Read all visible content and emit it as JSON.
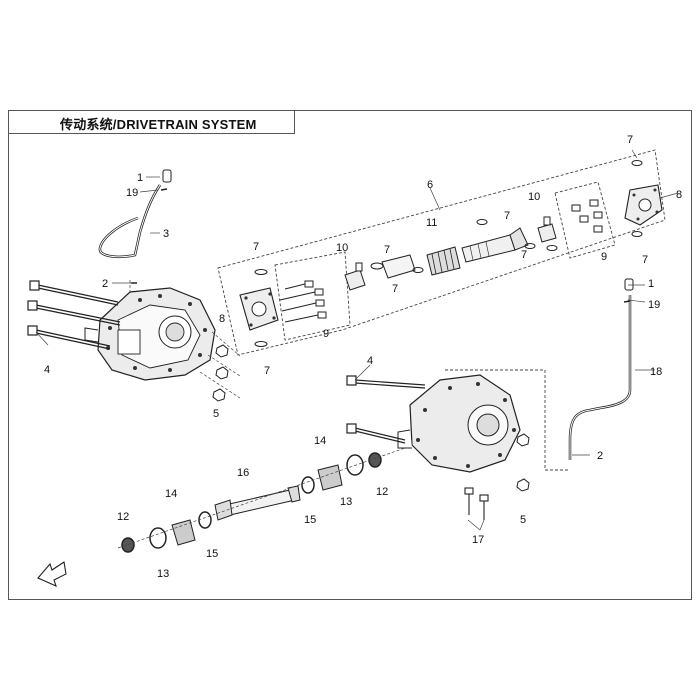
{
  "title": "传动系统/DRIVETRAIN SYSTEM",
  "callouts": {
    "c1a": "1",
    "c19a": "19",
    "c3": "3",
    "c2a": "2",
    "c4a": "4",
    "c6": "6",
    "c7a": "7",
    "c7b": "7",
    "c7c": "7",
    "c7d": "7",
    "c7e": "7",
    "c7f": "7",
    "c7g": "7",
    "c7h": "7",
    "c8a": "8",
    "c8b": "8",
    "c9a": "9",
    "c9b": "9",
    "c10a": "10",
    "c10b": "10",
    "c11": "11",
    "c5a": "5",
    "c5b": "5",
    "c1b": "1",
    "c19b": "19",
    "c18": "18",
    "c2b": "2",
    "c4b": "4",
    "c14a": "14",
    "c14b": "14",
    "c16": "16",
    "c12a": "12",
    "c12b": "12",
    "c13a": "13",
    "c13b": "13",
    "c15a": "15",
    "c15b": "15",
    "c17": "17"
  },
  "icons": {
    "front_direction": "front-direction-arrow-icon"
  }
}
